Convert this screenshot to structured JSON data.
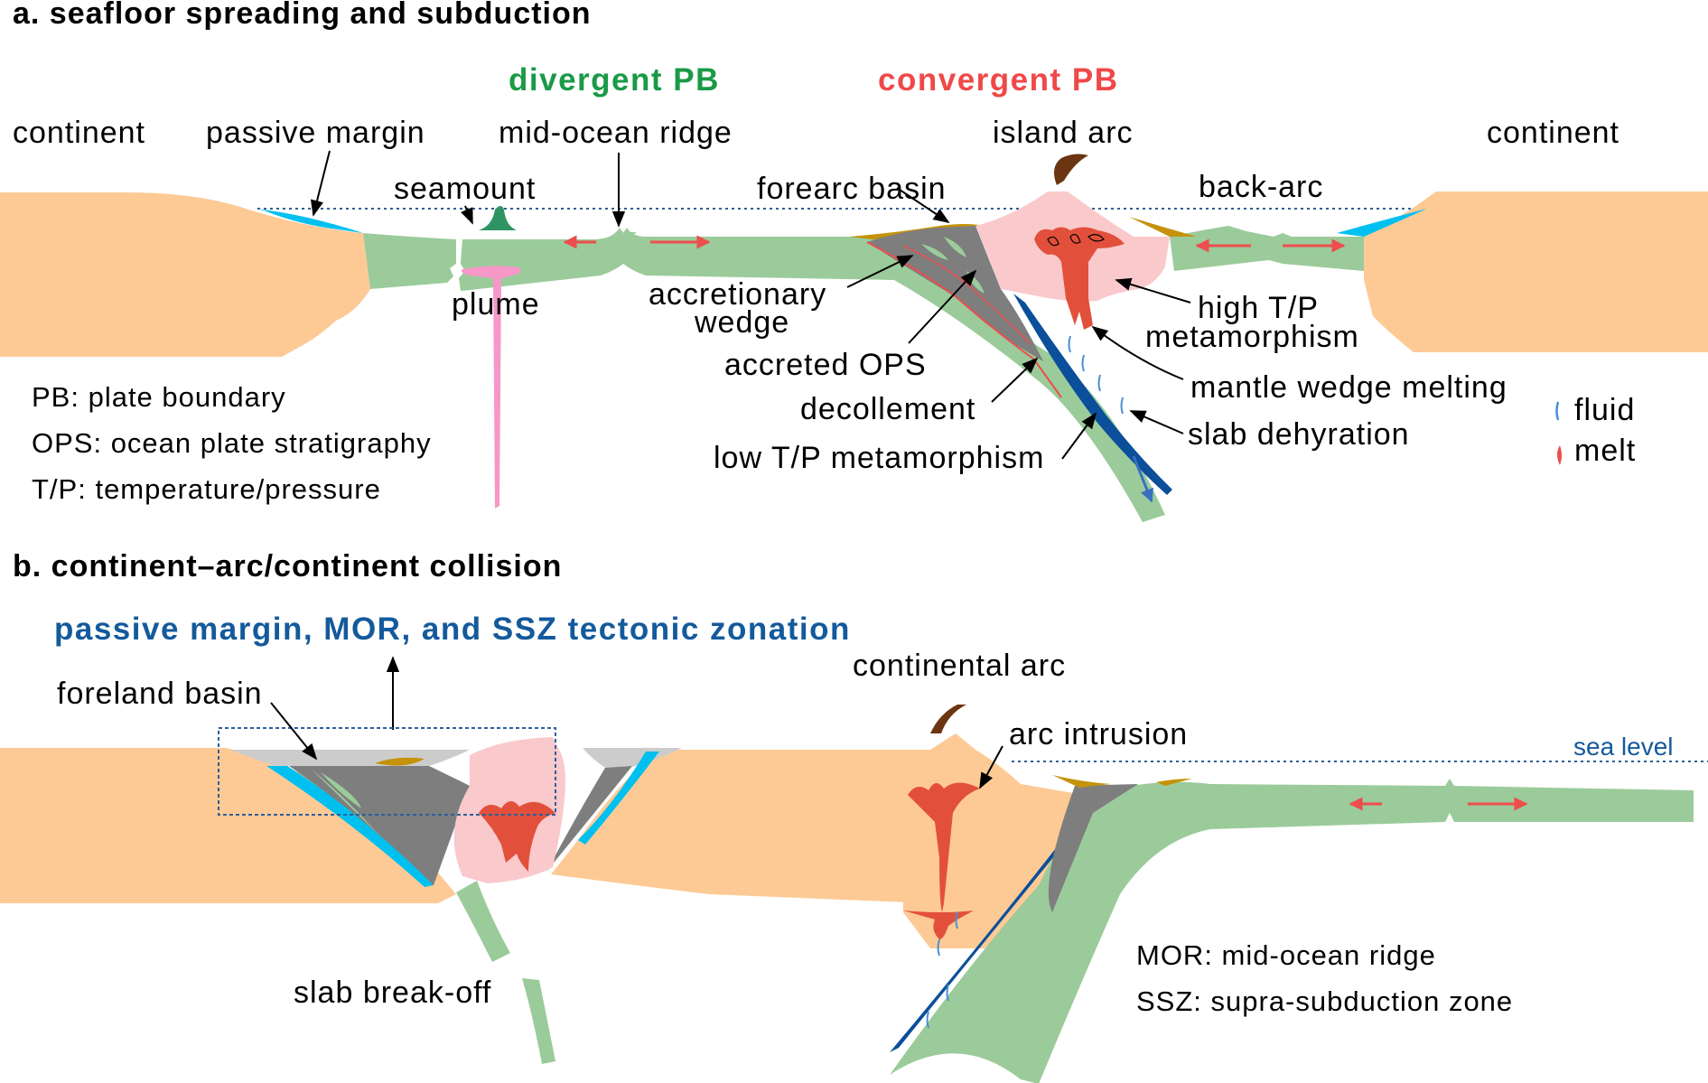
{
  "panel_a": {
    "title": "a. seafloor spreading and subduction",
    "divergent_label": "divergent PB",
    "convergent_label": "convergent PB",
    "labels": {
      "continent_left": "continent",
      "passive_margin": "passive margin",
      "mid_ocean_ridge": "mid-ocean ridge",
      "island_arc": "island arc",
      "continent_right": "continent",
      "seamount": "seamount",
      "forearc_basin": "forearc basin",
      "back_arc": "back-arc",
      "plume": "plume",
      "accretionary_wedge_1": "accretionary",
      "accretionary_wedge_2": "wedge",
      "accreted_ops": "accreted OPS",
      "decollement": "decollement",
      "low_tp": "low T/P metamorphism",
      "high_tp_1": "high T/P",
      "high_tp_2": "metamorphism",
      "mantle_wedge": "mantle wedge melting",
      "slab_dehydration": "slab dehyration"
    },
    "abbreviations": [
      "PB: plate boundary",
      "OPS: ocean plate stratigraphy",
      "T/P: temperature/pressure"
    ],
    "legend": {
      "fluid": "fluid",
      "melt": "melt"
    }
  },
  "panel_b": {
    "title": "b. continent–arc/continent collision",
    "zonation_label": "passive margin, MOR, and SSZ tectonic zonation",
    "labels": {
      "foreland_basin": "foreland basin",
      "continental_arc": "continental arc",
      "arc_intrusion": "arc intrusion",
      "sea_level": "sea level",
      "slab_breakoff": "slab break-off"
    },
    "abbreviations": [
      "MOR: mid-ocean ridge",
      "SSZ: supra-subduction zone"
    ]
  },
  "colors": {
    "continent": "#fdca96",
    "oceanic_plate": "#9bcb9a",
    "passive_margin_sediment": "#00c0f0",
    "seamount": "#2f9463",
    "plume": "#f797c8",
    "arc_crust": "#f9c9cb",
    "magma": "#e2503b",
    "volcano": "#6a3510",
    "wedge": "#7e7e7e",
    "basin_sediment": "#c4930a",
    "foreland_sediment": "#cccccc",
    "slab_blue": "#0b4f9a",
    "fluid": "#4a8fd6",
    "arrow_red": "#ee4d4d",
    "divergent_green": "#1a9a46",
    "convergent_red": "#f04848",
    "zonation_blue": "#145a9c",
    "sea_level_dots": "#2d5f9a"
  }
}
